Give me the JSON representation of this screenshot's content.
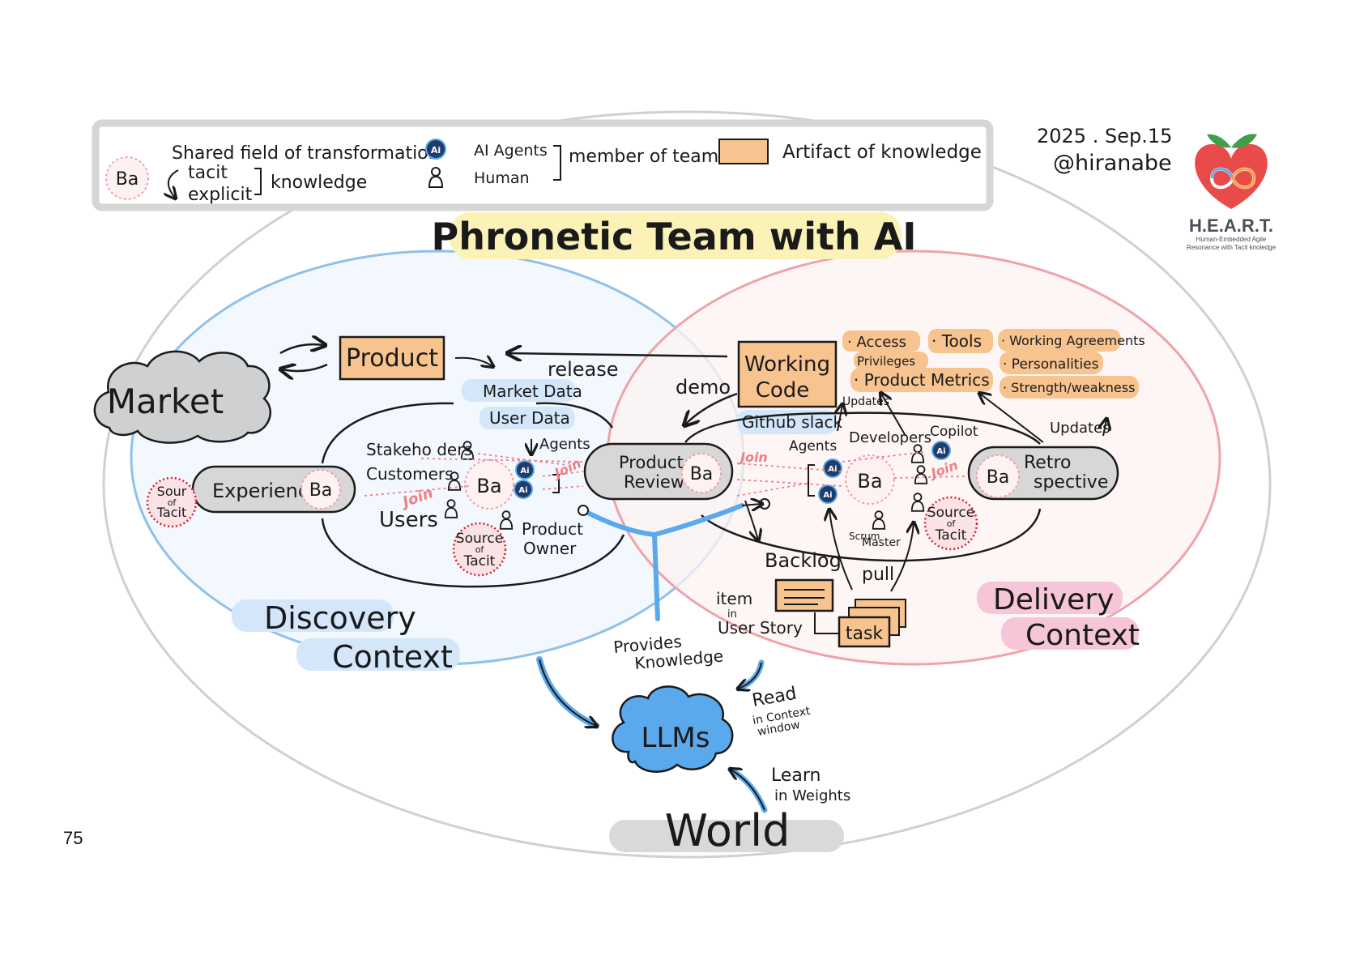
{
  "legend": {
    "ba_symbol": "Ba",
    "shared_field": "Shared field of transformation",
    "tacit": "tacit",
    "explicit": "explicit",
    "knowledge": "knowledge",
    "ai_agents": "AI Agents",
    "human": "Human",
    "member_of_team": "member of team",
    "artifact": "Artifact of knowledge",
    "ai_icon_text": "Ai"
  },
  "meta": {
    "date": "2025 . Sep.15",
    "author": "@hiranabe",
    "page_number": "75"
  },
  "logo": {
    "name": "H.E.A.R.T.",
    "tagline_1": "Human-Embedded Agile",
    "tagline_2": "Resonance with Tacit knoledge"
  },
  "title": "Phronetic Team with AI",
  "discovery": {
    "market": "Market",
    "product": "Product",
    "market_data": "Market Data",
    "user_data": "User Data",
    "stakeholders": "Stakeho ders",
    "customers": "Customers",
    "users": "Users",
    "agents": "Agents",
    "ba": "Ba",
    "join": "Join",
    "product_owner_1": "Product",
    "product_owner_2": "Owner",
    "experience": "Experience",
    "source_1": "Source",
    "source_2": "of",
    "source_3": "Tacit",
    "sour_1": "Sour",
    "context_1": "Discovery",
    "context_2": "Context"
  },
  "bridge": {
    "release": "release",
    "demo": "demo",
    "review_1": "Product",
    "review_2": "Review",
    "ba": "Ba",
    "join": "Join",
    "provides_1": "Provides",
    "provides_2": "Knowledge"
  },
  "delivery": {
    "working_code_1": "Working",
    "working_code_2": "Code",
    "updates": "Updates",
    "updates_2": "Updates",
    "access": "· Access",
    "privileges": "Privileges",
    "tools": "· Tools",
    "product_metrics": "· Product Metrics",
    "working_agreements": "· Working Agreements",
    "personalities": "· Personalities",
    "strength": "· Strength/weakness",
    "github_slack": "Github slack",
    "agents": "Agents",
    "developers": "Developers",
    "copilot": "Copilot",
    "ba": "Ba",
    "join": "Join",
    "scrum_master_1": "Scrum",
    "scrum_master_2": "Master",
    "retro_1": "Retro",
    "retro_2": "spective",
    "retro_ba": "Ba",
    "source_1": "Source",
    "source_2": "of",
    "source_3": "Tacit",
    "backlog": "Backlog",
    "pull": "pull",
    "item_1": "item",
    "item_2": "in",
    "item_3": "User Story",
    "task": "task",
    "context_1": "Delivery",
    "context_2": "Context"
  },
  "bottom": {
    "llms": "LLMs",
    "read_1": "Read",
    "read_2": "in Context",
    "read_3": "window",
    "learn_1": "Learn",
    "learn_2": "in Weights",
    "world": "World"
  },
  "colors": {
    "discovery_stroke": "#8fc1ea",
    "discovery_fill": "#f2f8fd",
    "delivery_stroke": "#efa3a8",
    "delivery_fill": "#fdf3f2",
    "artifact": "#f7c38f",
    "artifact_stroke": "#c89a63",
    "ba_stroke": "#f0a0a8",
    "join_pink": "#ef7f88",
    "llm_blue": "#5aa9ec",
    "title_highlight": "#fbf2b8",
    "cloud_gray": "#cfd0d2",
    "pink_highlight": "#f6c6d8",
    "blue_highlight": "#d4e7fa"
  }
}
